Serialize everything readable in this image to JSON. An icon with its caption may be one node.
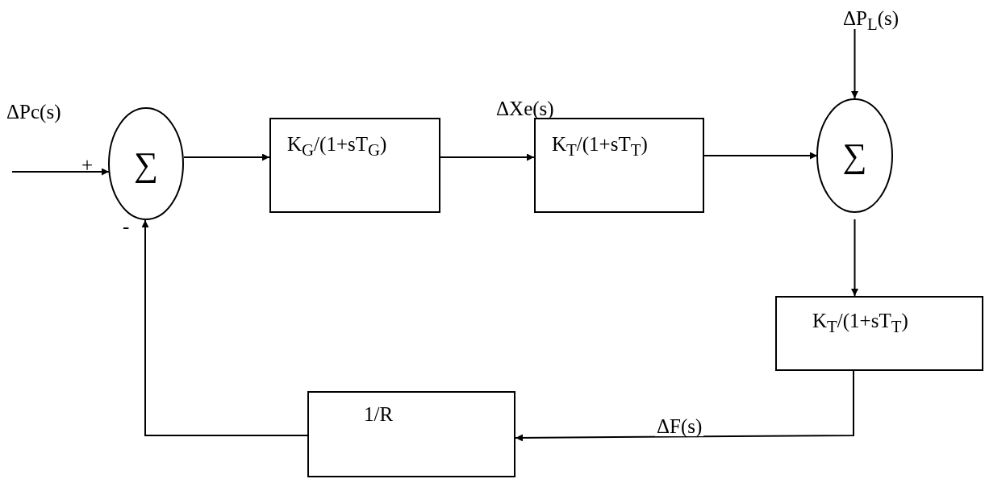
{
  "diagram": {
    "nodes": [
      {
        "text": [
          "∑"
        ]
      },
      {
        "text": [
          "K$_{G}$/(1+sT$_{G}$)"
        ]
      },
      {
        "text": [
          "K$_{T}$/(1+sT$_{T}$)"
        ]
      },
      {
        "text": [
          "ΔP$_{L}$(s)"
        ]
      },
      {
        "text": [
          "∑"
        ]
      },
      {
        "text": [
          "K$_{T}$/(1+sT$_{T}$)"
        ]
      },
      {
        "text": [
          "1/R"
        ]
      }
    ],
    "edges": [
      {
        "from": null,
        "to": 0,
        "arrow": "to"
      },
      {
        "from": 0,
        "to": 1,
        "arrow": "to"
      },
      {
        "from": 1,
        "to": 2,
        "arrow": "to"
      },
      {
        "from": 2,
        "to": 4,
        "arrow": "to"
      },
      {
        "from": 3,
        "to": 4,
        "arrow": "to"
      },
      {
        "from": 4,
        "to": 5,
        "arrow": "to"
      },
      {
        "from": 5,
        "to": 6,
        "arrow": "to",
        "label": "ΔF(s)"
      },
      {
        "from": 6,
        "to": 0,
        "arrow": "to"
      }
    ],
    "labels": [
      "ΔPc(s)",
      "+",
      "-",
      "ΔXe(s)"
    ]
  }
}
